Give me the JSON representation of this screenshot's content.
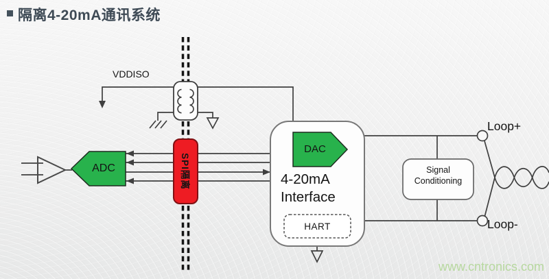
{
  "title": {
    "text": "隔离4-20mA通讯系统"
  },
  "diagram": {
    "vddiso_label": "VDDISO",
    "adc_label": "ADC",
    "spi_isolation_label": "SPI隔离",
    "dac_label": "DAC",
    "interface_label_line1": "4-20mA",
    "interface_label_line2": "Interface",
    "hart_label": "HART",
    "signal_conditioning_line1": "Signal",
    "signal_conditioning_line2": "Conditioning",
    "loop_plus_label": "Loop+",
    "loop_minus_label": "Loop-"
  },
  "watermark": {
    "text": "www.cntronics.com"
  },
  "colors": {
    "green": "#28b24c",
    "red": "#ee1c23",
    "red_border": "#7f1114",
    "wire": "#3f3f3f",
    "title_text": "#3e4a55",
    "diagram_text": "#141414",
    "watermark_green": "#b7d89f",
    "background": "#f0f0f0"
  },
  "icons": {
    "bullet": "square-bullet",
    "isolation-barrier": "double-dashed-vertical-line",
    "transformer": "dual-coil-symbol",
    "chassis-ground": "hatched-ground-symbol",
    "earth-ground": "hollow-triangle-ground-symbol",
    "amplifier": "triangle-buffer-symbol",
    "loop-terminal": "open-circle-terminal",
    "twisted-pair": "crossed-wire-loops"
  }
}
